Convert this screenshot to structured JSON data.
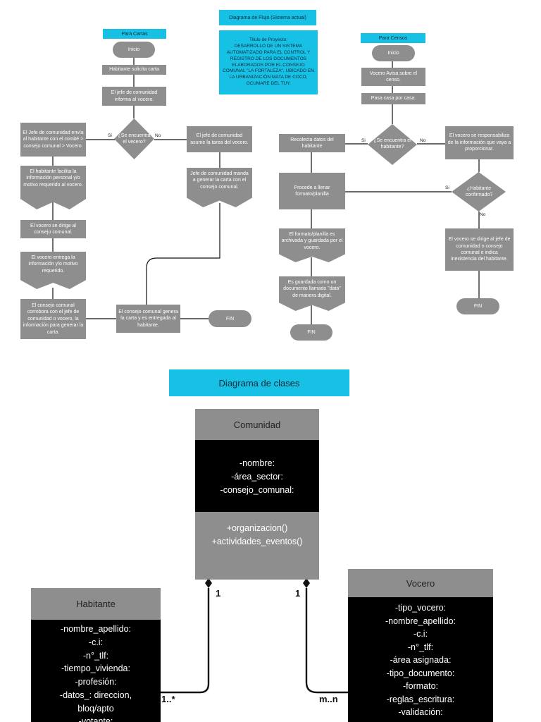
{
  "flow": {
    "title": "Diagrama de Flujo (Sistema actual)",
    "project_title": "Titulo de Proyecto:\nDESARROLLO DE UN SISTEMA AUTOMATIZADO PARA EL CONTROL Y REGISTRO DE LOS DOCUMENTOS ELABORADOS POR EL CONSEJO COMUNAL \"LA FORTALEZA\", UBICADO EN LA URBANIZACIÓN MATA DE COCO, OCUMARE DEL TUY.",
    "cartas": {
      "header": "Para Cartas",
      "start": "Inicio",
      "step1": "Habitante solicita carta",
      "step2": "El jefe de comunidad informa al vocero.",
      "decision": "¿Se encuentra el vecero?",
      "yes": "Si",
      "no": "No",
      "left1": "El Jefe de comunidad envía al habitante con el comité > consejo comunal > Vocero.",
      "left2": "El habitante facilita la información personal y/o motivo requerido al vocero.",
      "left3": "El vocero se dirige al consejo comunal.",
      "left4": "El vocero entrega la información y/o motivo requerido.",
      "left5": "El consejo comunal corrobora con el jefe de comunidad o vocero, la información para generar la carta.",
      "right1": "El jefe de comunidad asume la tarea del vocero.",
      "right2": "Jefe de comunidad manda a generar la carta con el consejo comunal.",
      "final": "El consejo comunal genera la carta y es entregada al habitante.",
      "end": "FIN"
    },
    "censos": {
      "header": "Para Censos",
      "start": "Inicio",
      "step1": "Vocero Avisa sobre el censo.",
      "step2": "Pasa casa por casa.",
      "decision1": "¿Se encuentra el habitante?",
      "yes": "Si",
      "no": "No",
      "left1": "Recolecta datos del habitante",
      "left2": "Procede a llenar formato/planilla",
      "left3": "El formato/planilla es archivada y guardada por el vocero.",
      "left4": "Es guardada como un documento llamado \"data\" de manera digital.",
      "end_left": "FIN",
      "right1": "El vocero se responsabiliza de la información que vaya a proporcionar.",
      "decision2": "¿Habitante confirmado?",
      "yes2": "Si",
      "no2": "No",
      "right2": "El vocero se dirige al jefe de comunidad o consejo comunal e indica inexistencia del habitante.",
      "end_right": "FIN"
    }
  },
  "classes": {
    "title": "Diagrama de clases",
    "comunidad": {
      "name": "Comunidad",
      "attributes": [
        "-nombre:",
        "-área_sector:",
        "-consejo_comunal:"
      ],
      "methods": [
        "+organizacion()",
        "+actividades_eventos()"
      ]
    },
    "habitante": {
      "name": "Habitante",
      "attributes": [
        "-nombre_apellido:",
        "-c.i:",
        "-n°_tlf:",
        "-tiempo_vivienda:",
        "-profesión:",
        "-datos_: direccion,",
        "bloq/apto",
        "-votante:"
      ]
    },
    "vocero": {
      "name": "Vocero",
      "attributes": [
        "-tipo_vocero:",
        "-nombre_apellido:",
        "-c.i:",
        "-n°_tlf:",
        "-área asignada:",
        "-tipo_documento:",
        "-formato:",
        "-reglas_escritura:",
        "-validación:"
      ]
    },
    "mult_comunidad_left": "1",
    "mult_comunidad_right": "1",
    "mult_habitante": "1..*",
    "mult_vocero": "m..n"
  },
  "colors": {
    "accent": "#17c1e6",
    "box": "#8e8e8e",
    "attr_bg": "#000000"
  }
}
